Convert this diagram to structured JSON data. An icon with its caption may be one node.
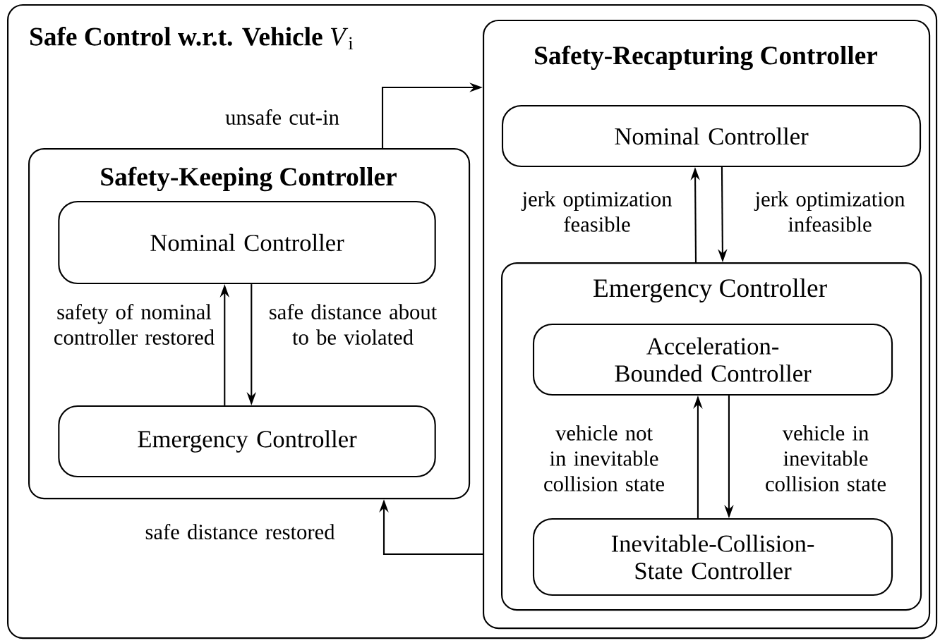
{
  "diagram": {
    "nodes": [
      {
        "text": [
          "**Safe Control w.r.t. Vehicle** *V*$_{i}$"
        ]
      },
      {
        "text": [
          "Safety-Keeping Controller"
        ],
        "in": 0
      },
      {
        "text": [
          "Nominal Controller"
        ],
        "in": 1
      },
      {
        "text": [
          "Emergency Controller"
        ],
        "in": 1
      },
      {
        "text": [
          "Safety-Recapturing Controller"
        ],
        "in": 0
      },
      {
        "text": [
          "Nominal Controller"
        ],
        "in": 4
      },
      {
        "text": [
          "Emergency Controller"
        ],
        "in": 4
      },
      {
        "text": [
          "Acceleration-Bounded Controller"
        ],
        "in": 6
      },
      {
        "text": [
          "Inevitable-Collision-State Controller"
        ],
        "in": 6
      }
    ],
    "edges": [
      {
        "from": 1,
        "to": 4,
        "arrow": "to",
        "label": "unsafe cut-in"
      },
      {
        "from": 4,
        "to": 1,
        "arrow": "to",
        "label": "safe distance restored"
      },
      {
        "from": 3,
        "to": 2,
        "arrow": "to",
        "label": "safety of nominal controller restored"
      },
      {
        "from": 2,
        "to": 3,
        "arrow": "to",
        "label": "safe distance about to be violated"
      },
      {
        "from": 6,
        "to": 5,
        "arrow": "to",
        "label": "jerk optimization feasible"
      },
      {
        "from": 5,
        "to": 6,
        "arrow": "to",
        "label": "jerk optimization infeasible"
      },
      {
        "from": 8,
        "to": 7,
        "arrow": "to",
        "label": "vehicle not in inevitable collision state"
      },
      {
        "from": 7,
        "to": 8,
        "arrow": "to",
        "label": "vehicle in inevitable collision state"
      }
    ]
  }
}
